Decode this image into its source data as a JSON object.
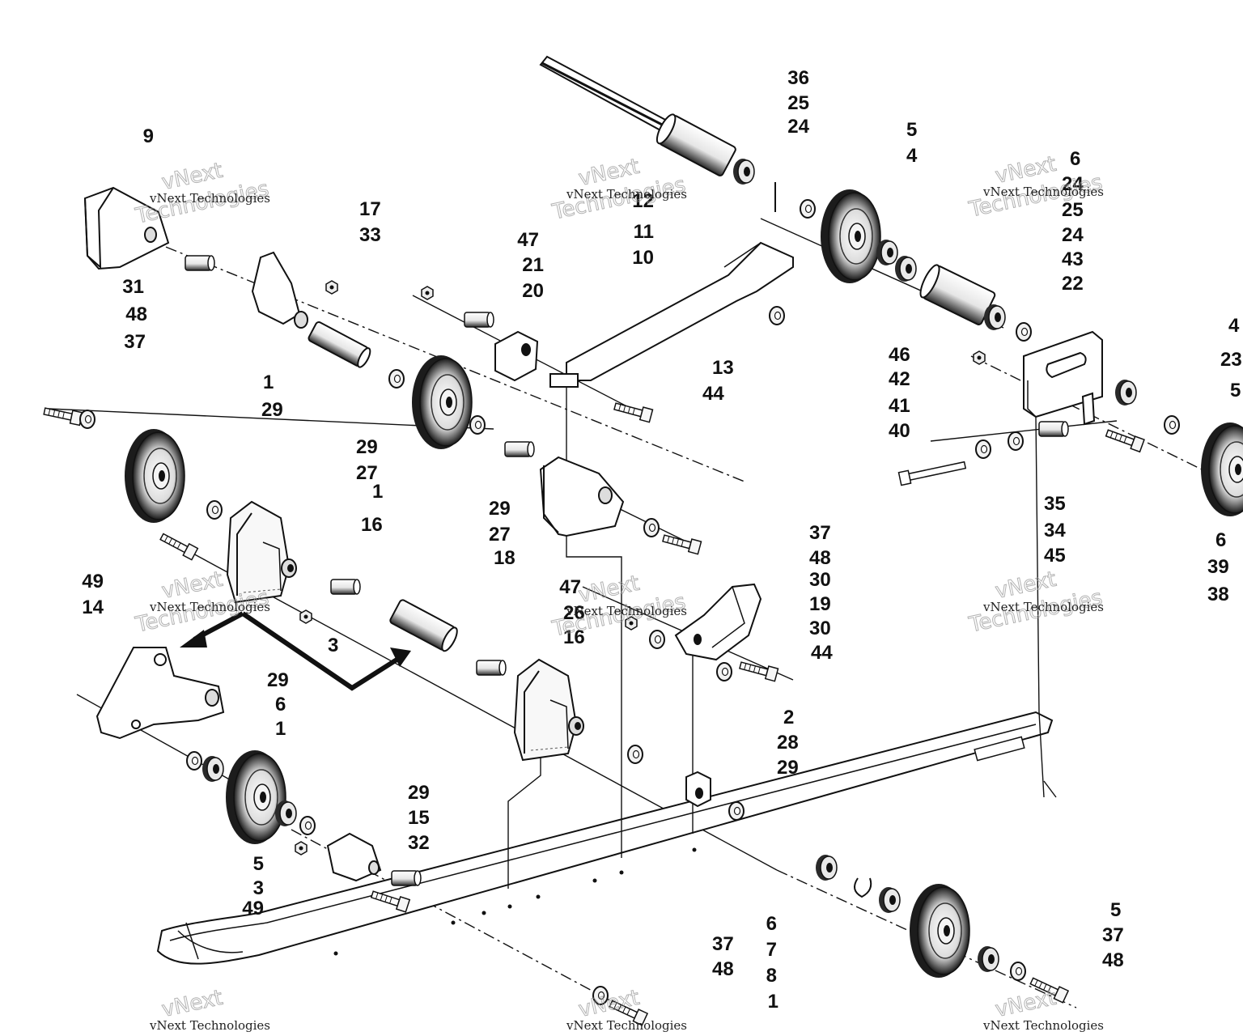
{
  "diagram": {
    "watermark": {
      "company": "vNext Technologies",
      "word1": "vNext",
      "word2": "Technologies"
    },
    "callouts": [
      {
        "id": "c36a",
        "label": "36"
      },
      {
        "id": "c25a",
        "label": "25"
      },
      {
        "id": "c24a",
        "label": "24"
      },
      {
        "id": "c5a",
        "label": "5"
      },
      {
        "id": "c4a",
        "label": "4"
      },
      {
        "id": "c6a",
        "label": "6"
      },
      {
        "id": "c24b",
        "label": "24"
      },
      {
        "id": "c25b",
        "label": "25"
      },
      {
        "id": "c24c",
        "label": "24"
      },
      {
        "id": "c43a",
        "label": "43"
      },
      {
        "id": "c22a",
        "label": "22"
      },
      {
        "id": "c4b",
        "label": "4"
      },
      {
        "id": "c23a",
        "label": "23"
      },
      {
        "id": "c5b",
        "label": "5"
      },
      {
        "id": "c6b",
        "label": "6"
      },
      {
        "id": "c39a",
        "label": "39"
      },
      {
        "id": "c38a",
        "label": "38"
      },
      {
        "id": "c9a",
        "label": "9"
      },
      {
        "id": "c17a",
        "label": "17"
      },
      {
        "id": "c33a",
        "label": "33"
      },
      {
        "id": "c12a",
        "label": "12"
      },
      {
        "id": "c11a",
        "label": "11"
      },
      {
        "id": "c10a",
        "label": "10"
      },
      {
        "id": "c47a",
        "label": "47"
      },
      {
        "id": "c21a",
        "label": "21"
      },
      {
        "id": "c20a",
        "label": "20"
      },
      {
        "id": "c13a",
        "label": "13"
      },
      {
        "id": "c44a",
        "label": "44"
      },
      {
        "id": "c31a",
        "label": "31"
      },
      {
        "id": "c48a",
        "label": "48"
      },
      {
        "id": "c37a",
        "label": "37"
      },
      {
        "id": "c1a",
        "label": "1"
      },
      {
        "id": "c29a",
        "label": "29"
      },
      {
        "id": "c29b",
        "label": "29"
      },
      {
        "id": "c27a",
        "label": "27"
      },
      {
        "id": "c1b",
        "label": "1"
      },
      {
        "id": "c29c",
        "label": "29"
      },
      {
        "id": "c27b",
        "label": "27"
      },
      {
        "id": "c16a",
        "label": "16"
      },
      {
        "id": "c18a",
        "label": "18"
      },
      {
        "id": "c37b",
        "label": "37"
      },
      {
        "id": "c48b",
        "label": "48"
      },
      {
        "id": "c46a",
        "label": "46"
      },
      {
        "id": "c42a",
        "label": "42"
      },
      {
        "id": "c41a",
        "label": "41"
      },
      {
        "id": "c40a",
        "label": "40"
      },
      {
        "id": "c35a",
        "label": "35"
      },
      {
        "id": "c34a",
        "label": "34"
      },
      {
        "id": "c45a",
        "label": "45"
      },
      {
        "id": "c49a",
        "label": "49"
      },
      {
        "id": "c14a",
        "label": "14"
      },
      {
        "id": "c3a",
        "label": "3"
      },
      {
        "id": "c47b",
        "label": "47"
      },
      {
        "id": "c26a",
        "label": "26"
      },
      {
        "id": "c16b",
        "label": "16"
      },
      {
        "id": "c30a",
        "label": "30"
      },
      {
        "id": "c19a",
        "label": "19"
      },
      {
        "id": "c30b",
        "label": "30"
      },
      {
        "id": "c44b",
        "label": "44"
      },
      {
        "id": "c29d",
        "label": "29"
      },
      {
        "id": "c6c",
        "label": "6"
      },
      {
        "id": "c1c",
        "label": "1"
      },
      {
        "id": "c2a",
        "label": "2"
      },
      {
        "id": "c28a",
        "label": "28"
      },
      {
        "id": "c29e",
        "label": "29"
      },
      {
        "id": "c29f",
        "label": "29"
      },
      {
        "id": "c15a",
        "label": "15"
      },
      {
        "id": "c32a",
        "label": "32"
      },
      {
        "id": "c5c",
        "label": "5"
      },
      {
        "id": "c3b",
        "label": "3"
      },
      {
        "id": "c49b",
        "label": "49"
      },
      {
        "id": "c6d",
        "label": "6"
      },
      {
        "id": "c7a",
        "label": "7"
      },
      {
        "id": "c8a",
        "label": "8"
      },
      {
        "id": "c1d",
        "label": "1"
      },
      {
        "id": "c5d",
        "label": "5"
      },
      {
        "id": "c37c",
        "label": "37"
      },
      {
        "id": "c48c",
        "label": "48"
      },
      {
        "id": "c37d",
        "label": "37"
      },
      {
        "id": "c48d",
        "label": "48"
      }
    ]
  }
}
